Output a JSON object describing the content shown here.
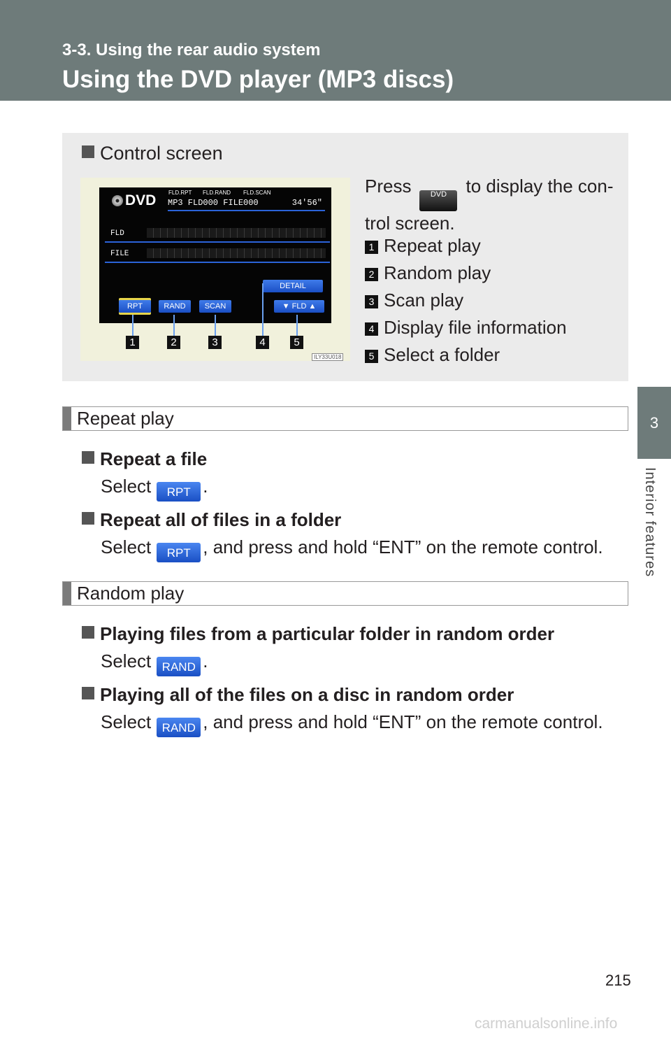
{
  "header": {
    "section": "3-3. Using the rear audio system",
    "title": "Using the DVD player (MP3 discs)"
  },
  "side_tab": {
    "number": "3",
    "label": "Interior features"
  },
  "control_screen": {
    "heading": "Control screen",
    "press_before": "Press",
    "press_button": "DVD",
    "press_after": "to display the con-trol screen.",
    "image_code": "ILY33U018",
    "screen": {
      "brand": "DVD",
      "mini_labels": [
        "FLD.RPT",
        "FLD.RAND",
        "FLD.SCAN"
      ],
      "info_line": "MP3 FLD000 FILE000",
      "time": "34'56\"",
      "rows": [
        "FLD",
        "FILE"
      ],
      "buttons": [
        "RPT",
        "RAND",
        "SCAN",
        "DETAIL",
        "FLD"
      ],
      "fld_down": "▼",
      "fld_up": "▲"
    },
    "callouts": [
      "1",
      "2",
      "3",
      "4",
      "5"
    ],
    "legend": [
      {
        "num": "1",
        "text": "Repeat play"
      },
      {
        "num": "2",
        "text": "Random play"
      },
      {
        "num": "3",
        "text": "Scan play"
      },
      {
        "num": "4",
        "text": "Display file information"
      },
      {
        "num": "5",
        "text": "Select a folder"
      }
    ]
  },
  "repeat_section": {
    "title": "Repeat play",
    "items": [
      {
        "heading": "Repeat a file",
        "select": "Select",
        "button": "RPT",
        "after": "."
      },
      {
        "heading": "Repeat all of files in a folder",
        "select": "Select",
        "button": "RPT",
        "after": ", and press and hold “ENT” on the remote control."
      }
    ]
  },
  "random_section": {
    "title": "Random play",
    "items": [
      {
        "heading": "Playing files from a particular folder in random order",
        "select": "Select",
        "button": "RAND",
        "after": "."
      },
      {
        "heading": "Playing all of the files on a disc in random order",
        "select": "Select",
        "button": "RAND",
        "after": ", and press and hold “ENT” on the remote control."
      }
    ]
  },
  "page_number": "215",
  "watermark": "carmanualsonline.info"
}
